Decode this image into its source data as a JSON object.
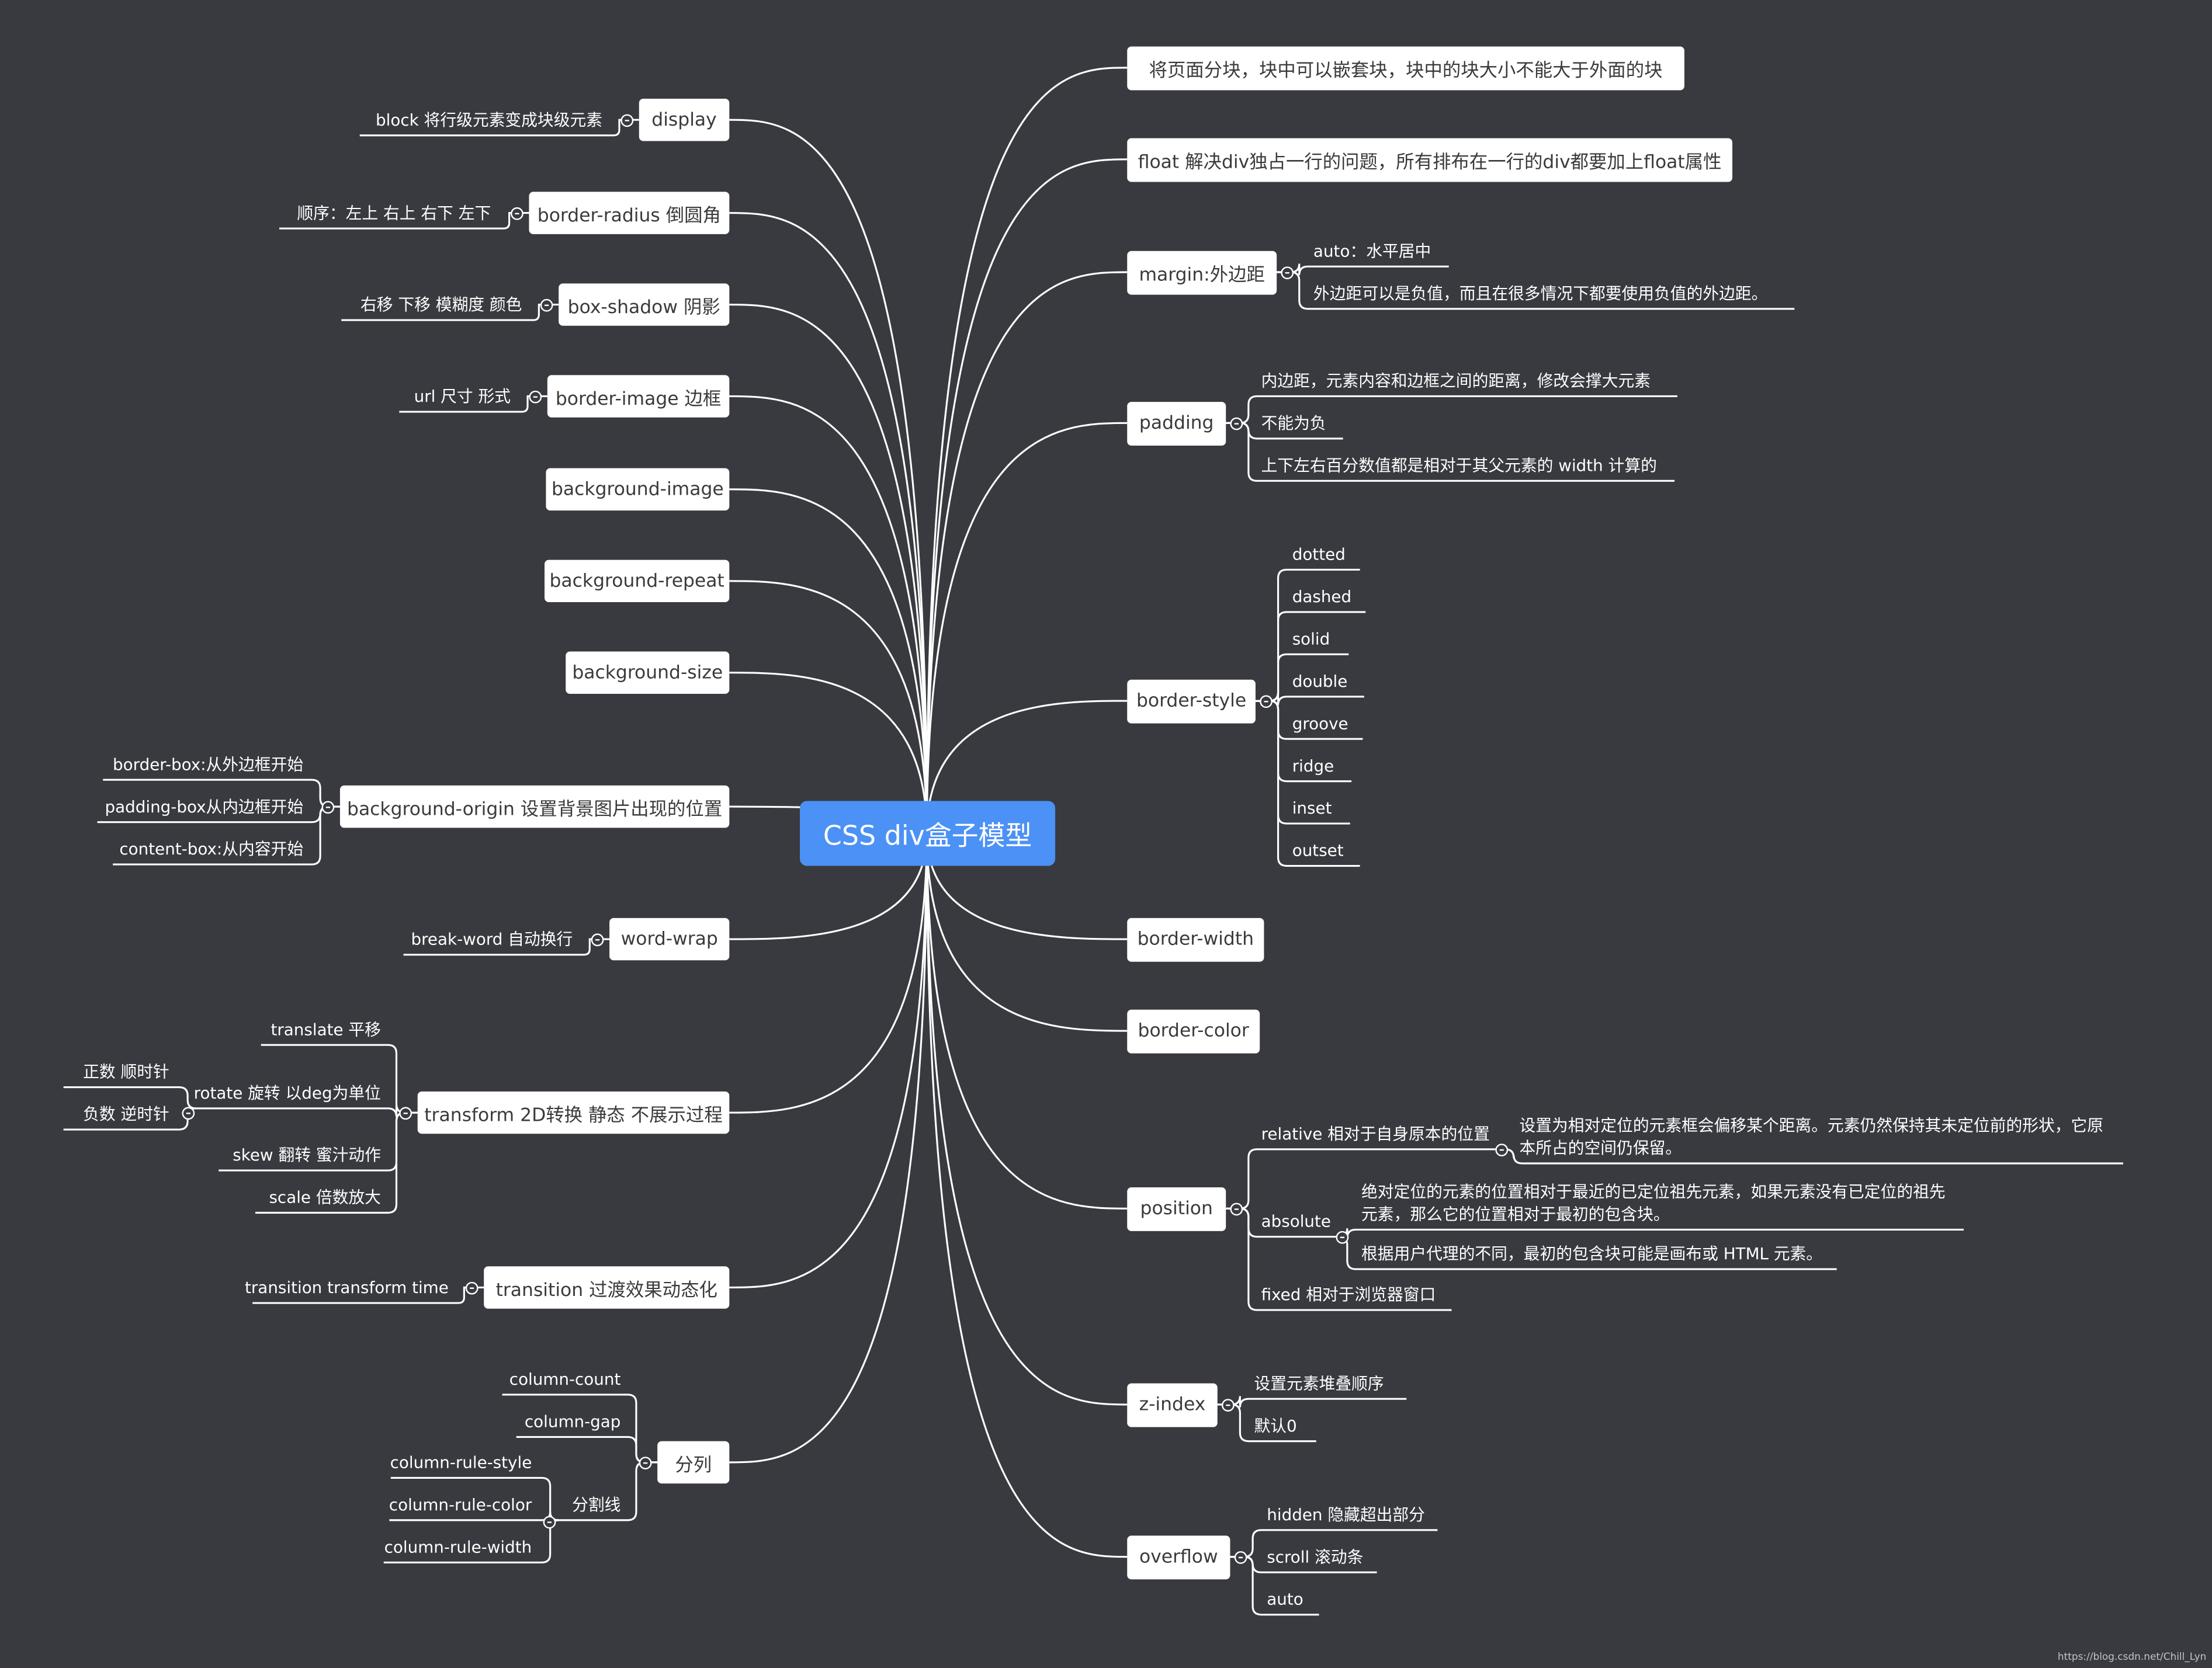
{
  "root": "CSS div盒子模型",
  "left": [
    {
      "label": "display",
      "children": [
        "block 将行级元素变成块级元素"
      ]
    },
    {
      "label": "border-radius 倒圆角",
      "children": [
        "顺序：左上 右上 右下 左下"
      ]
    },
    {
      "label": "box-shadow 阴影",
      "children": [
        "右移 下移 模糊度 颜色"
      ]
    },
    {
      "label": "border-image 边框",
      "children": [
        "url 尺寸 形式"
      ]
    },
    {
      "label": "background-image",
      "children": []
    },
    {
      "label": "background-repeat",
      "children": []
    },
    {
      "label": "background-size",
      "children": []
    },
    {
      "label": "background-origin 设置背景图片出现的位置",
      "children": [
        "border-box:从外边框开始",
        "padding-box从内边框开始",
        "content-box:从内容开始"
      ]
    },
    {
      "label": "word-wrap",
      "children": [
        "break-word 自动换行"
      ]
    },
    {
      "label": "transform 2D转换 静态 不展示过程",
      "children": [
        "translate 平移",
        {
          "label": "rotate 旋转 以deg为单位",
          "children": [
            "正数 顺时针",
            "负数 逆时针"
          ]
        },
        "skew 翻转 蜜汁动作",
        "scale 倍数放大"
      ]
    },
    {
      "label": "transition 过渡效果动态化",
      "children": [
        "transition transform time"
      ]
    },
    {
      "label": "分列",
      "children": [
        "column-count",
        "column-gap",
        {
          "label": "分割线",
          "children": [
            "column-rule-style",
            "column-rule-color",
            "column-rule-width"
          ]
        }
      ]
    }
  ],
  "right": [
    {
      "label": "将页面分块，块中可以嵌套块，块中的块大小不能大于外面的块",
      "children": []
    },
    {
      "label": "float 解决div独占一行的问题，所有排布在一行的div都要加上float属性",
      "children": []
    },
    {
      "label": "margin:外边距",
      "children": [
        "auto：水平居中",
        "外边距可以是负值，而且在很多情况下都要使用负值的外边距。"
      ]
    },
    {
      "label": "padding",
      "children": [
        "内边距，元素内容和边框之间的距离，修改会撑大元素",
        "不能为负",
        "上下左右百分数值都是相对于其父元素的 width 计算的"
      ]
    },
    {
      "label": "border-style",
      "children": [
        "dotted",
        "dashed",
        "solid",
        "double",
        "groove",
        "ridge",
        "inset",
        "outset"
      ]
    },
    {
      "label": "border-width",
      "children": []
    },
    {
      "label": "border-color",
      "children": []
    },
    {
      "label": "position",
      "children": [
        {
          "label": "relative 相对于自身原本的位置",
          "children": [
            "设置为相对定位的元素框会偏移某个距离。元素仍然保持其未定位前的形状，它原本所占的空间仍保留。"
          ]
        },
        {
          "label": "absolute",
          "children": [
            "绝对定位的元素的位置相对于最近的已定位祖先元素，如果元素没有已定位的祖先元素，那么它的位置相对于最初的包含块。",
            "根据用户代理的不同，最初的包含块可能是画布或 HTML 元素。"
          ]
        },
        "fixed 相对于浏览器窗口"
      ]
    },
    {
      "label": "z-index",
      "children": [
        "设置元素堆叠顺序",
        "默认0"
      ]
    },
    {
      "label": "overflow",
      "children": [
        "hidden 隐藏超出部分",
        "scroll 滚动条",
        "auto"
      ]
    }
  ],
  "watermark": "https://blog.csdn.net/Chill_Lyn"
}
